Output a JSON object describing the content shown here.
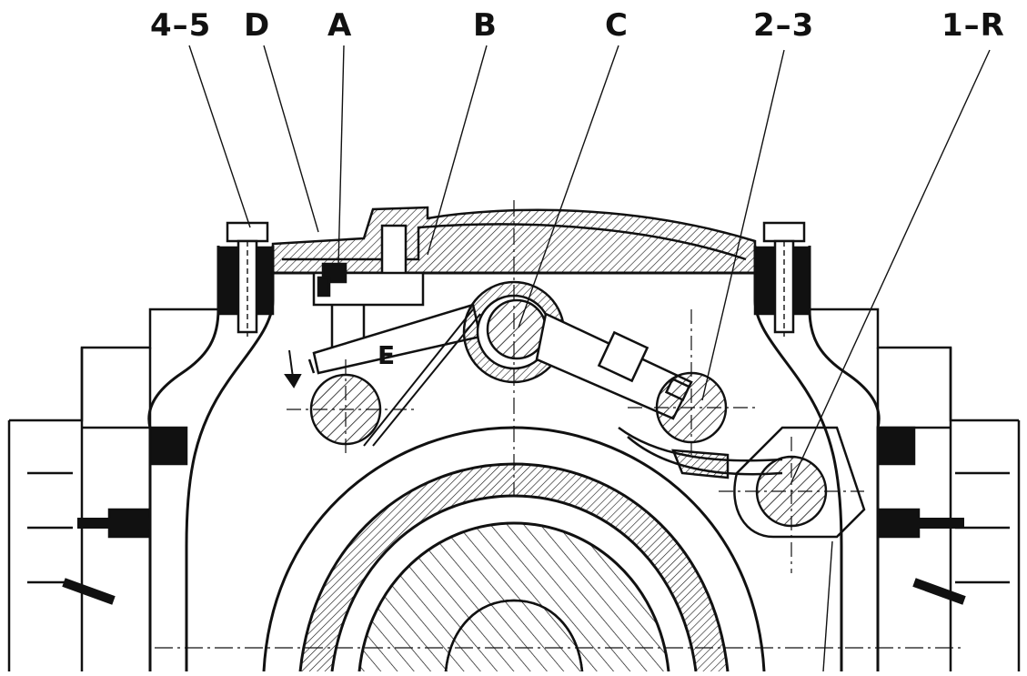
{
  "labels": {
    "l45": "4–5",
    "d": "D",
    "a": "A",
    "b": "B",
    "c": "C",
    "l23": "2–3",
    "l1r": "1–R",
    "e": "E"
  },
  "colors": {
    "ink": "#111111",
    "paper": "#ffffff"
  }
}
